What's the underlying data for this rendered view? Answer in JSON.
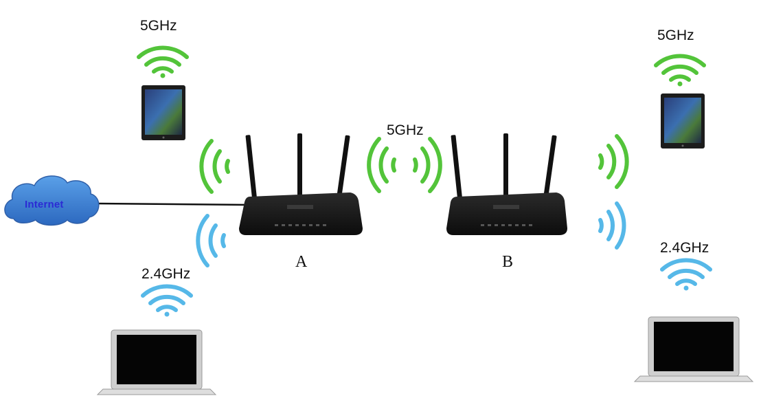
{
  "labels": {
    "internet": "Internet",
    "router_a": "A",
    "router_b": "B",
    "band_5_tablet_left": "5GHz",
    "band_5_link": "5GHz",
    "band_5_tablet_right": "5GHz",
    "band_24_laptop_left": "2.4GHz",
    "band_24_laptop_right": "2.4GHz"
  },
  "colors": {
    "band_5ghz": "#53c43a",
    "band_24ghz": "#56b8e8",
    "router": "#1a1a1a",
    "cloud": "#3a7fd1",
    "cable": "#111111"
  },
  "icons": {
    "cloud": "cloud-icon",
    "router": "router-icon",
    "tablet": "tablet-icon",
    "laptop": "laptop-icon",
    "wifi": "wifi-icon",
    "signal": "signal-waves-icon"
  }
}
